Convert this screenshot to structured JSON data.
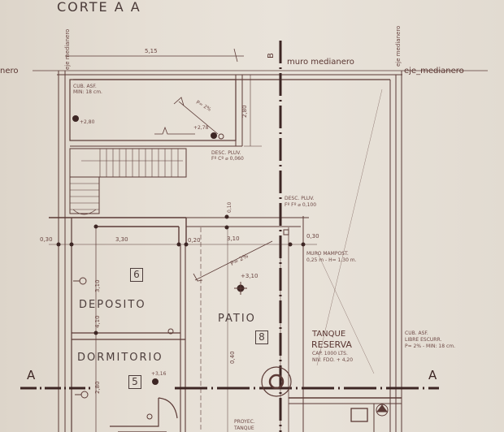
{
  "title": "CORTE A A",
  "axis_labels": {
    "eje_medianero_left_vertical": "eje medianero",
    "eje_medianero_left_horizontal": "nero",
    "eje_medianero_right_vertical": "eje medianero",
    "eje_medianero_right_horizontal": "eje_medianero",
    "muro_medianero": "muro medianero",
    "section_b": "B",
    "section_a_left": "A",
    "section_a_right": "A"
  },
  "rooms": [
    {
      "name": "DEPOSITO",
      "number": "6"
    },
    {
      "name": "DORMITORIO",
      "number": "5"
    },
    {
      "name": "PATIO",
      "number": "8"
    }
  ],
  "dimensions": {
    "top_width": "5,15",
    "top_height": "2,80",
    "left_wall": "0,30",
    "deposito_width": "3,30",
    "partition": "0,20",
    "patio_width": "3,10",
    "right_wall": "0,30",
    "deposito_height_1": "3,10",
    "deposito_height_2": "4,10",
    "dormitorio_height": "2,80",
    "patio_level": "0,40",
    "top_small": "0,10"
  },
  "levels": {
    "roof_left": "+2,80",
    "roof_right": "+2,78",
    "patio": "+3,10",
    "dormitorio": "+3,16"
  },
  "annotations": {
    "cub_asf": "CUB. ASF.",
    "cub_asf_min": "MIN: 18 cm.",
    "slope_roof": "P= 2%",
    "slope_patio": "P= 2%",
    "desc_pluv_1_a": "DESC. PLUV.",
    "desc_pluv_1_b": "Fº Cº ⌀ 0,060",
    "desc_pluv_2_a": "DESC. PLUV.",
    "desc_pluv_2_b": "Fº Fº ⌀ 0,100",
    "muro_mampost_a": "MURO MAMPOST.",
    "muro_mampost_b": "0,25 m - H= 1,30 m.",
    "tanque_a": "TANQUE",
    "tanque_b": "RESERVA",
    "tanque_cap": "CAP. 1000 LTS.",
    "tanque_niv": "NIV. FDO. + 4,20",
    "cub_asf_right_a": "CUB. ASF.",
    "cub_asf_right_b": "LIBRE ESCURR.",
    "cub_asf_right_c": "P= 2% - MIN: 18 cm.",
    "bottom_tank_a": "PROYEC.",
    "bottom_tank_b": "TANQUE"
  },
  "colors": {
    "paper": "#e6dfd5",
    "ink": "#5b3a36",
    "heavy_ink": "#3d2624"
  }
}
